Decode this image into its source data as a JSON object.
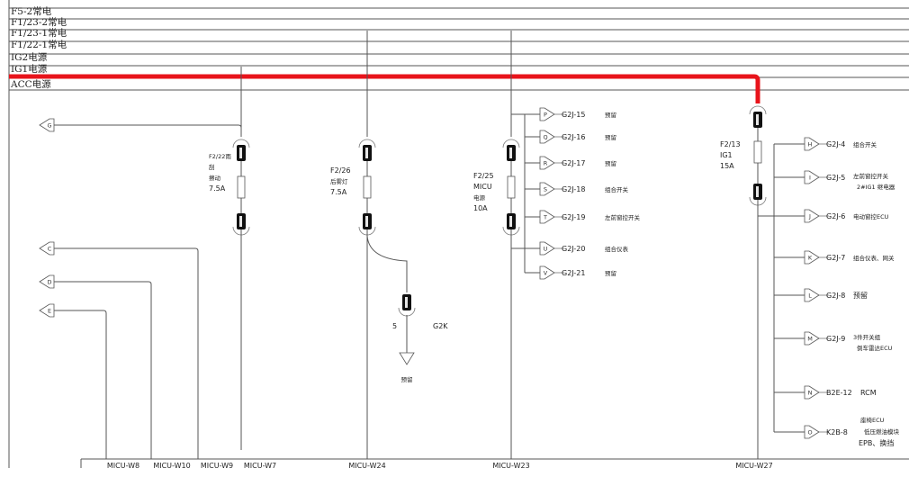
{
  "buses": [
    {
      "label": "F5-2常电"
    },
    {
      "label": "F1/23-2常电"
    },
    {
      "label": "F1/23-1常电"
    },
    {
      "label": "F1/22-1常电"
    },
    {
      "label": "IG2电源"
    },
    {
      "label": "IG1电源"
    },
    {
      "label": "ACC电源"
    }
  ],
  "colors": {
    "highlight_wire": "#e8141b",
    "line": "#555555"
  },
  "fuses": [
    {
      "lines": [
        "F2/22雨",
        "刮",
        "擦动",
        "7.5A"
      ]
    },
    {
      "lines": [
        "F2/26",
        "后雾灯",
        "7.5A"
      ]
    },
    {
      "lines": [
        "F2/25",
        "MICU",
        "电源",
        "10A"
      ]
    },
    {
      "lines": [
        "F2/13",
        "IG1",
        "15A"
      ]
    }
  ],
  "g2k": {
    "pin": "5",
    "name": "G2K",
    "note": "预留"
  },
  "w23_outputs": [
    {
      "letter": "P",
      "pin": "G2J-15",
      "desc": "预留"
    },
    {
      "letter": "Q",
      "pin": "G2J-16",
      "desc": "预留"
    },
    {
      "letter": "R",
      "pin": "G2J-17",
      "desc": "预留"
    },
    {
      "letter": "S",
      "pin": "G2J-18",
      "desc": "组合开关"
    },
    {
      "letter": "T",
      "pin": "G2J-19",
      "desc": "左前窗控开关"
    },
    {
      "letter": "U",
      "pin": "G2J-20",
      "desc": "组合仪表"
    },
    {
      "letter": "V",
      "pin": "G2J-21",
      "desc": "预留"
    }
  ],
  "w27_outputs": [
    {
      "letter": "H",
      "pin": "G2J-4",
      "desc": "组合开关",
      "desc2": ""
    },
    {
      "letter": "I",
      "pin": "G2J-5",
      "desc": "左前窗控开关",
      "desc2": "2#IG1 继电器"
    },
    {
      "letter": "J",
      "pin": "G2J-6",
      "desc": "电动窗控ECU",
      "desc2": ""
    },
    {
      "letter": "K",
      "pin": "G2J-7",
      "desc": "组合仪表、网关",
      "desc2": ""
    },
    {
      "letter": "L",
      "pin": "G2J-8",
      "desc": "预留",
      "desc2": ""
    },
    {
      "letter": "M",
      "pin": "G2J-9",
      "desc": "3件开关组",
      "desc2": "倒车雷达ECU"
    },
    {
      "letter": "N",
      "pin": "B2E-12",
      "desc": "RCM",
      "desc2": ""
    },
    {
      "letter": "O",
      "pin": "K2B-8",
      "desc": "座椅ECU",
      "desc2": "低压燃油模块",
      "desc3": "EPB、换挡"
    }
  ],
  "left_arrows": [
    {
      "letter": "G"
    },
    {
      "letter": "C"
    },
    {
      "letter": "D"
    },
    {
      "letter": "E"
    }
  ],
  "bottom_labels": [
    "MICU-W8",
    "MICU-W10",
    "MICU-W9",
    "MICU-W7",
    "MICU-W24",
    "MICU-W23",
    "MICU-W27"
  ]
}
